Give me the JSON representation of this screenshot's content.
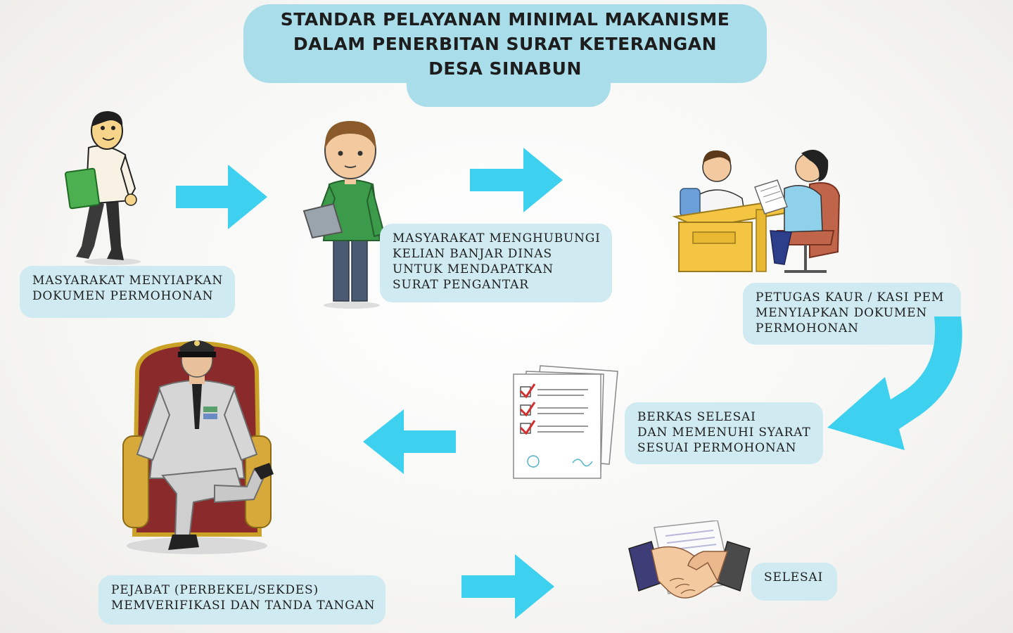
{
  "title": {
    "line1": "STANDAR PELAYANAN MINIMAL MAKANISME",
    "line2": "DALAM PENERBITAN SURAT KETERANGAN",
    "line3": "DESA SINABUN"
  },
  "steps": [
    {
      "line1": "MASYARAKAT MENYIAPKAN",
      "line2": "DOKUMEN PERMOHONAN"
    },
    {
      "line1": "MASYARAKAT MENGHUBUNGI",
      "line2": "KELIAN BANJAR DINAS",
      "line3": "UNTUK MENDAPATKAN",
      "line4": "SURAT PENGANTAR"
    },
    {
      "line1": "PETUGAS KAUR / KASI PEM",
      "line2": "MENYIAPKAN DOKUMEN",
      "line3": "PERMOHONAN"
    },
    {
      "line1": "BERKAS SELESAI",
      "line2": "DAN MEMENUHI SYARAT",
      "line3": "SESUAI PERMOHONAN"
    },
    {
      "line1": "PEJABAT (PERBEKEL/SEKDES)",
      "line2": "MEMVERIFIKASI DAN TANDA TANGAN"
    },
    {
      "line1": "SELESAI"
    }
  ],
  "colors": {
    "arrow": "#3dd0ef",
    "title_bg": "#a9dde9",
    "label_bg": "#cfeaf1"
  }
}
